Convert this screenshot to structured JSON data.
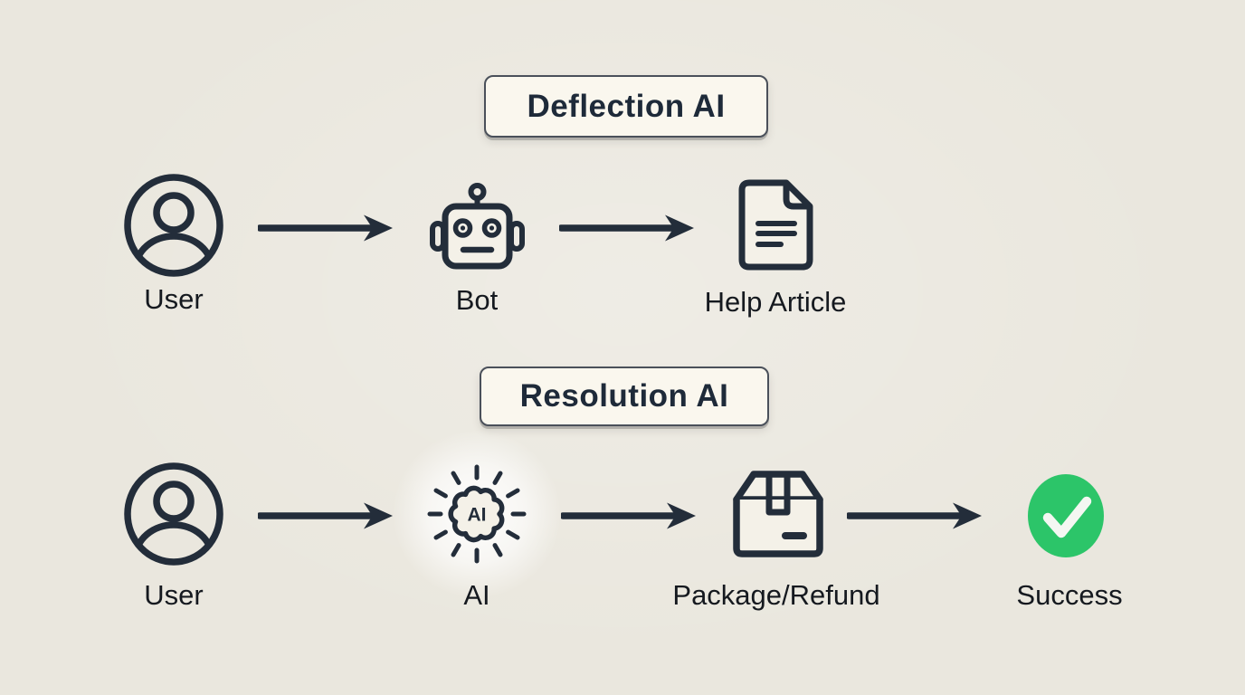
{
  "diagram": {
    "sections": [
      {
        "title": "Deflection AI",
        "nodes": [
          {
            "label": "User",
            "icon": "user-icon"
          },
          {
            "label": "Bot",
            "icon": "robot-icon"
          },
          {
            "label": "Help Article",
            "icon": "document-icon"
          }
        ]
      },
      {
        "title": "Resolution AI",
        "nodes": [
          {
            "label": "User",
            "icon": "user-icon"
          },
          {
            "label": "AI",
            "icon": "ai-brain-icon",
            "badge": "AI"
          },
          {
            "label": "Package/Refund",
            "icon": "package-icon"
          },
          {
            "label": "Success",
            "icon": "success-check-icon"
          }
        ]
      }
    ]
  },
  "colors": {
    "bg": "#eae7de",
    "panel": "#f4f1e8",
    "ink": "#232d3a",
    "text": "#15191f",
    "title-ink": "#1e2a39",
    "box-bg": "#faf7ee",
    "box-border": "#4a505a",
    "green": "#2cc569",
    "check": "#f4f7f2"
  }
}
